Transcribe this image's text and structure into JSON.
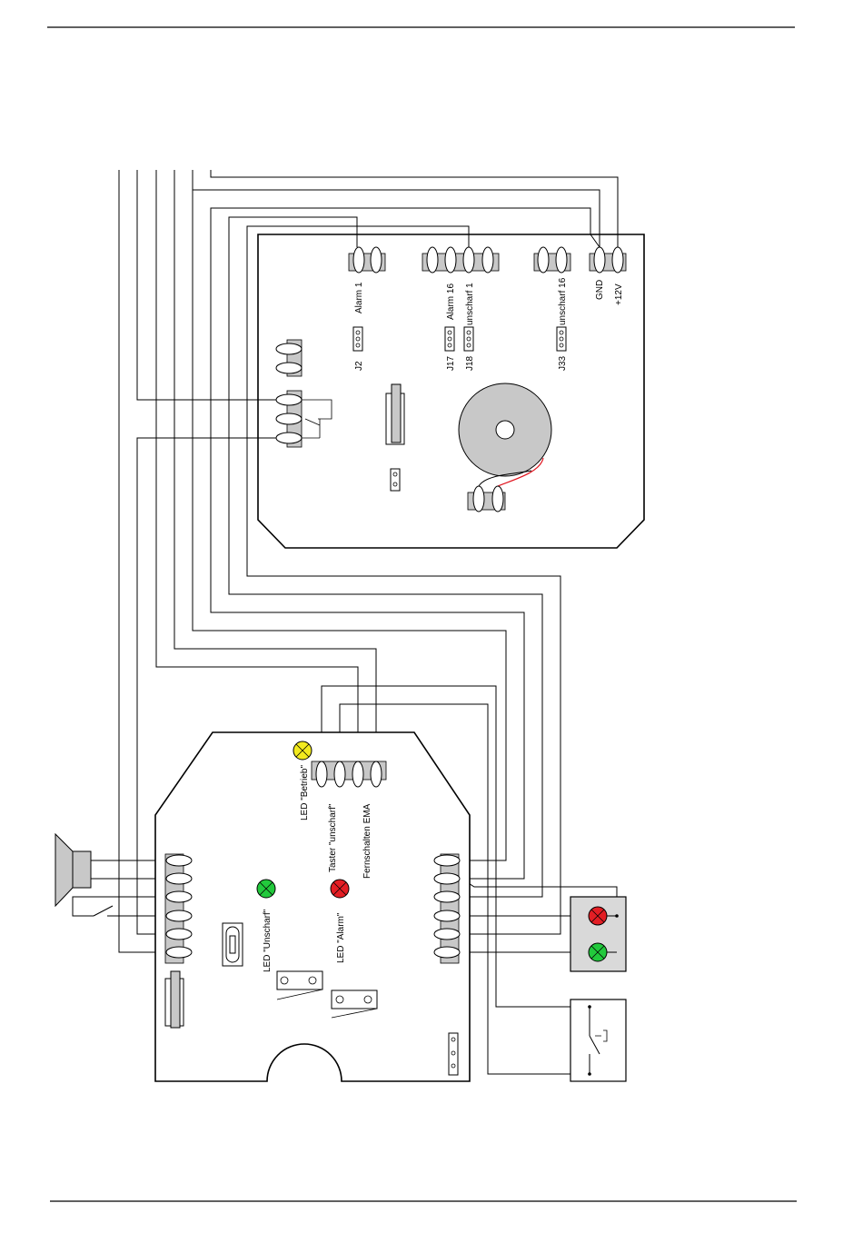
{
  "ema_board": {
    "labels": {
      "alarm1": "Alarm 1",
      "alarm16": "Alarm 16",
      "unscharf1": "unscharf 1",
      "unscharf16": "unscharf 16",
      "gnd": "GND",
      "v12": "+12V",
      "j2": "J2",
      "j17": "J17",
      "j18": "J18",
      "j33": "J33"
    }
  },
  "control_board": {
    "labels": {
      "led_betrieb": "LED \"Betrieb\"",
      "taster_unscharf": "Taster \"unscharf\"",
      "fernschalten": "Fernschalten EMA",
      "led_unscharf": "LED \"Unscharf\"",
      "led_alarm": "LED \"Alarm\""
    }
  },
  "colors": {
    "led_yellow": "#f2ea1e",
    "led_red": "#e31e24",
    "led_green": "#22c93c",
    "wire_red": "#e0141e",
    "terminal_gray": "#c8c8c8"
  }
}
